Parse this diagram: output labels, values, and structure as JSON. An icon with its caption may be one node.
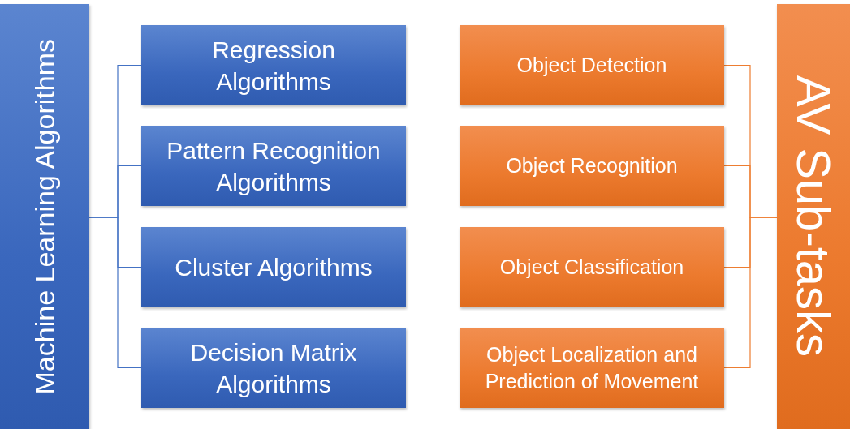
{
  "diagram": {
    "nodes": [
      {
        "text": [
          "Machine Learning Algorithms"
        ]
      },
      {
        "text": [
          "Regression Algorithms"
        ]
      },
      {
        "text": [
          "Pattern Recognition Algorithms"
        ]
      },
      {
        "text": [
          "Cluster Algorithms"
        ]
      },
      {
        "text": [
          "Decision Matrix Algorithms"
        ]
      },
      {
        "text": [
          "Object Detection"
        ]
      },
      {
        "text": [
          "Object Recognition"
        ]
      },
      {
        "text": [
          "Object Classification"
        ]
      },
      {
        "text": [
          "Object Localization and Prediction of Movement"
        ]
      },
      {
        "text": [
          "AV Sub-tasks"
        ]
      }
    ],
    "edges": [
      {
        "from": 0,
        "to": 1,
        "arrow": "none",
        "color": "#4472c4"
      },
      {
        "from": 0,
        "to": 2,
        "arrow": "none",
        "color": "#4472c4"
      },
      {
        "from": 0,
        "to": 3,
        "arrow": "none",
        "color": "#4472c4"
      },
      {
        "from": 0,
        "to": 4,
        "arrow": "none",
        "color": "#4472c4"
      },
      {
        "from": 5,
        "to": 9,
        "arrow": "none",
        "color": "#ed7d31"
      },
      {
        "from": 6,
        "to": 9,
        "arrow": "none",
        "color": "#ed7d31"
      },
      {
        "from": 7,
        "to": 9,
        "arrow": "none",
        "color": "#ed7d31"
      },
      {
        "from": 8,
        "to": 9,
        "arrow": "none",
        "color": "#ed7d31"
      }
    ]
  }
}
